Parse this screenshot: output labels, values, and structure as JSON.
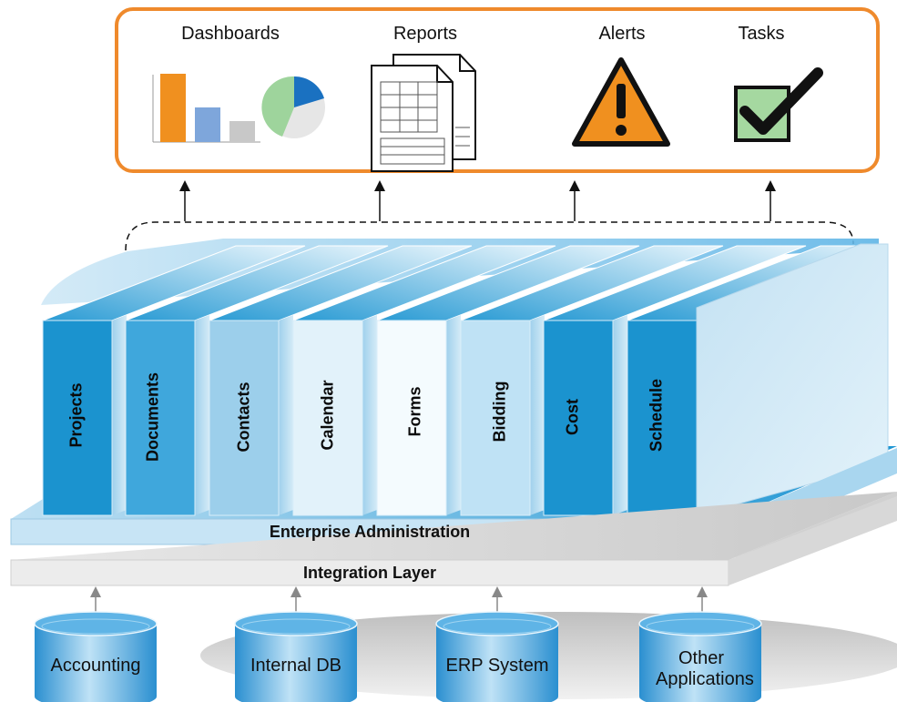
{
  "outputs": [
    {
      "label": "Dashboards",
      "icon": "bar-pie-chart-icon"
    },
    {
      "label": "Reports",
      "icon": "report-document-icon"
    },
    {
      "label": "Alerts",
      "icon": "warning-triangle-icon"
    },
    {
      "label": "Tasks",
      "icon": "checkbox-icon"
    }
  ],
  "modules": [
    {
      "label": "Projects"
    },
    {
      "label": "Documents"
    },
    {
      "label": "Contacts"
    },
    {
      "label": "Calendar"
    },
    {
      "label": "Forms"
    },
    {
      "label": "Bidding"
    },
    {
      "label": "Cost"
    },
    {
      "label": "Schedule"
    }
  ],
  "layers": {
    "admin": "Enterprise Administration",
    "integration": "Integration Layer"
  },
  "data_sources": [
    {
      "label": "Accounting"
    },
    {
      "label": "Internal DB"
    },
    {
      "label": "ERP System"
    },
    {
      "label": "Other Applications"
    }
  ],
  "colors": {
    "frame_orange": "#ef8a2c",
    "binder_dark": "#1b93cf",
    "binder_light": "#e9f5fb",
    "db_blue": "#4aa6dd"
  }
}
